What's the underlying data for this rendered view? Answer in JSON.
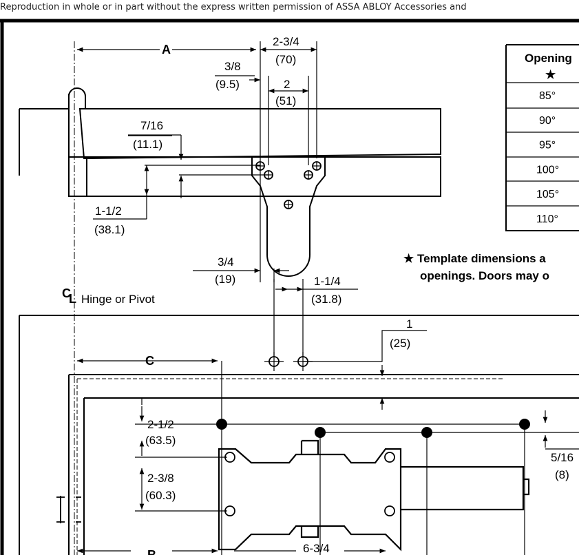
{
  "header": {
    "text": "Reproduction in whole or in part without the express written permission of ASSA ABLOY Accessories and"
  },
  "labels": {
    "dim_a": "A",
    "dim_c": "C",
    "dim_b": "B",
    "top_2_3_4": "2-3/4",
    "top_70": "(70)",
    "top_3_8": "3/8",
    "top_9_5": "(9.5)",
    "top_2": "2",
    "top_51": "(51)",
    "top_7_16": "7/16",
    "top_11_1": "(11.1)",
    "top_1_1_2": "1-1/2",
    "top_38_1": "(38.1)",
    "mid_3_4": "3/4",
    "mid_19": "(19)",
    "mid_1_1_4": "1-1/4",
    "mid_31_8": "(31.8)",
    "hinge": "Hinge or Pivot",
    "cl_c": "C",
    "cl_l": "L",
    "bot_1": "1",
    "bot_25": "(25)",
    "bot_2_1_2": "2-1/2",
    "bot_63_5": "(63.5)",
    "bot_2_3_8": "2-3/8",
    "bot_60_3": "(60.3)",
    "bot_5_16": "5/16",
    "bot_8": "(8)",
    "bot_6_3_4": "6-3/4"
  },
  "table": {
    "header": "Opening",
    "header_icon": "★",
    "rows": [
      "85°",
      "90°",
      "95°",
      "100°",
      "105°",
      "110°"
    ]
  },
  "note": {
    "star": "★",
    "line1": "Template dimensions a",
    "line2": "openings. Doors may o"
  }
}
